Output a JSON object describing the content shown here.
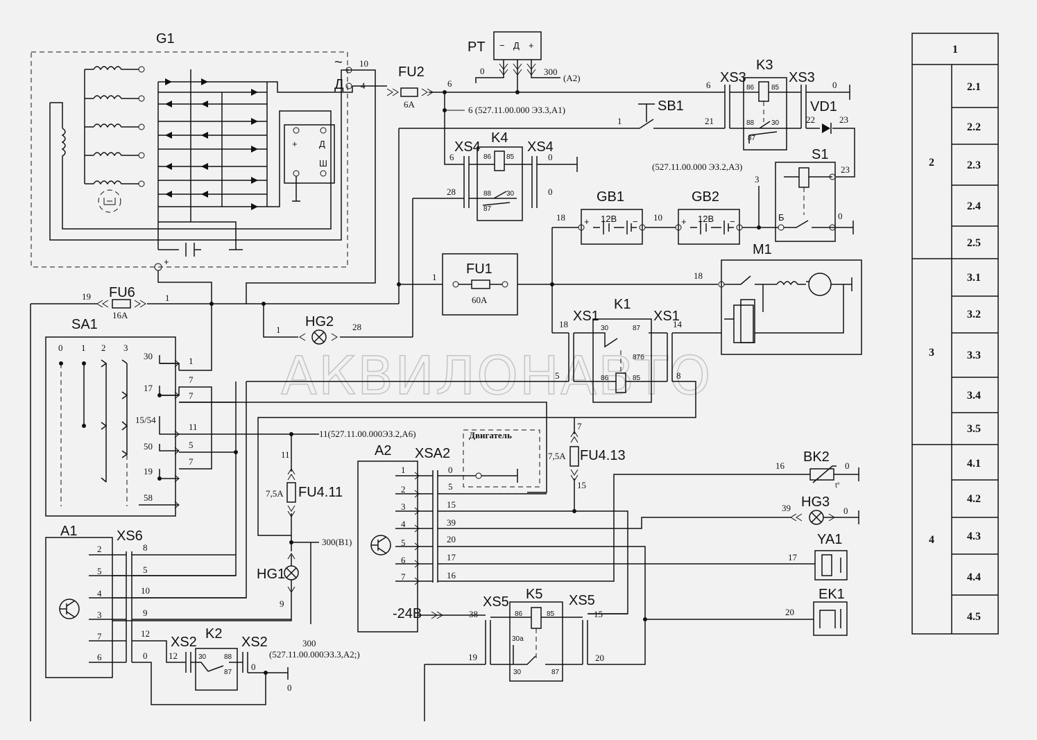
{
  "watermark": "АКВИЛОНАВТО",
  "components": {
    "G1": "G1",
    "PT": "PT",
    "FU2": "FU2",
    "FU2_rating": "6A",
    "XS3": "XS3",
    "K3": "K3",
    "VD1": "VD1",
    "SB1": "SB1",
    "K4": "K4",
    "XS4": "XS4",
    "S1": "S1",
    "GB1": "GB1",
    "GB2": "GB2",
    "battery_voltage": "12В",
    "M1": "M1",
    "FU1": "FU1",
    "FU1_rating": "60A",
    "FU6": "FU6",
    "FU6_rating": "16A",
    "SA1": "SA1",
    "HG2": "HG2",
    "K1": "K1",
    "XS1": "XS1",
    "engine": "Двигатель",
    "FU413": "FU4.13",
    "FU413_rating": "7,5A",
    "FU411": "FU4.11",
    "FU411_rating": "7,5A",
    "A2": "A2",
    "XSA2": "XSA2",
    "A1": "A1",
    "XS6": "XS6",
    "HG1": "HG1",
    "XS2": "XS2",
    "K2": "K2",
    "XS5": "XS5",
    "K5": "K5",
    "BK2": "BK2",
    "HG3": "HG3",
    "YA1": "YA1",
    "EK1": "EK1",
    "supply_24v": "-24B",
    "temp_sym": "t°"
  },
  "notes": {
    "n1": "6 (527.11.00.000 ЭЗ.3,А1)",
    "n2": "(527.11.00.000 ЭЗ.2,А3)",
    "n3": "11(527.11.00.000ЭЗ.2,А6)",
    "n4": "300(В1)",
    "n5": "(527.11.00.000ЭЗ.3,А2;)",
    "n6": "(A2)"
  },
  "side_table": {
    "header": "1",
    "groups": [
      {
        "label": "2",
        "items": [
          "2.1",
          "2.2",
          "2.3",
          "2.4",
          "2.5"
        ]
      },
      {
        "label": "3",
        "items": [
          "3.1",
          "3.2",
          "3.3",
          "3.4",
          "3.5"
        ]
      },
      {
        "label": "4",
        "items": [
          "4.1",
          "4.2",
          "4.3",
          "4.4",
          "4.5"
        ]
      }
    ]
  }
}
